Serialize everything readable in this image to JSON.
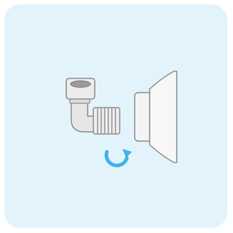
{
  "card": {
    "background_color": "#e3f3fc"
  },
  "illustration": {
    "parts": [
      {
        "name": "elbow-connector",
        "icon": "elbow-connector-icon",
        "color": "#e6e6e6"
      },
      {
        "name": "threaded-fitting",
        "icon": "threaded-fitting-icon",
        "color": "#eeeeee"
      },
      {
        "name": "diaphragm-breast-shield",
        "icon": "breast-shield-icon",
        "color": "#f7f7f7"
      }
    ],
    "rotation_arrow": {
      "icon": "rotate-clockwise-icon",
      "color": "#3bb5e6"
    },
    "outline_color": "#8a8a8a"
  }
}
